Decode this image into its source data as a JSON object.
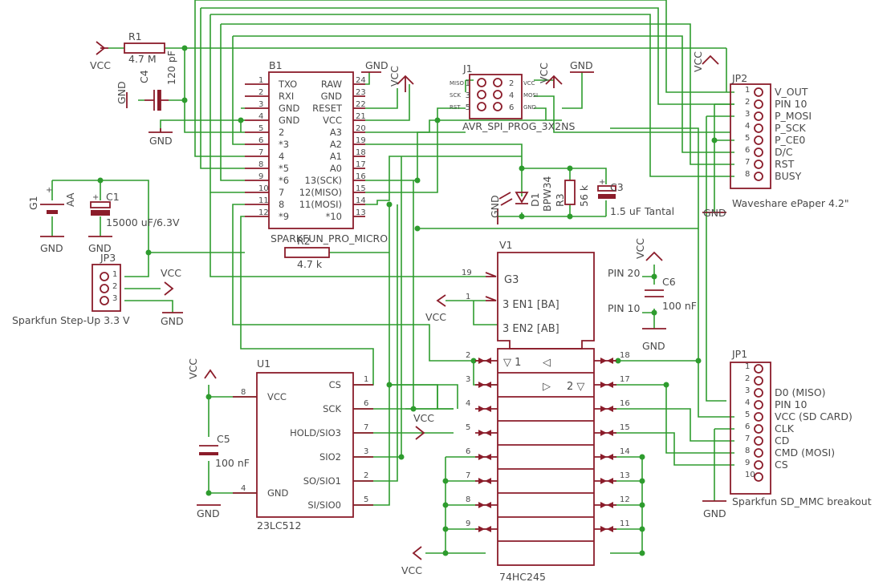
{
  "power": {
    "vcc": "VCC",
    "gnd": "GND"
  },
  "r1": {
    "name": "R1",
    "value": "4.7 M"
  },
  "c4": {
    "name": "C4",
    "value": "120 pF"
  },
  "b1": {
    "name": "B1",
    "value": "SPARKFUN_PRO_MICRO",
    "left_pins": [
      "1",
      "2",
      "3",
      "4",
      "5",
      "6",
      "7",
      "8",
      "9",
      "10",
      "11",
      "12"
    ],
    "left_names": [
      "TXO",
      "RXI",
      "GND",
      "GND",
      "2",
      "*3",
      "4",
      "*5",
      "*6",
      "7",
      "8",
      "*9"
    ],
    "right_pins": [
      "24",
      "23",
      "22",
      "21",
      "20",
      "19",
      "18",
      "17",
      "16",
      "15",
      "14",
      "13"
    ],
    "right_names": [
      "RAW",
      "GND",
      "RESET",
      "VCC",
      "A3",
      "A2",
      "A1",
      "A0",
      "13(SCK)",
      "12(MISO)",
      "11(MOSI)",
      "*10"
    ]
  },
  "j1": {
    "name": "J1",
    "value": "AVR_SPI_PROG_3X2NS",
    "left_pins": [
      "1",
      "3",
      "5"
    ],
    "right_pins": [
      "2",
      "4",
      "6"
    ],
    "left_labels": [
      "MISO",
      "SCK",
      "RST"
    ],
    "right_labels": [
      "VCC",
      "MOSI",
      "GND"
    ]
  },
  "jp2": {
    "name": "JP2",
    "value": "Waveshare ePaper 4.2\"",
    "pins": [
      "1",
      "2",
      "3",
      "4",
      "5",
      "6",
      "7",
      "8"
    ],
    "labels": [
      "V_OUT",
      "PIN 10",
      "P_MOSI",
      "P_SCK",
      "P_CE0",
      "D/C",
      "RST",
      "BUSY"
    ]
  },
  "g1": {
    "name": "G1",
    "value": "AA"
  },
  "c1": {
    "name": "C1",
    "value": "15000 uF/6.3V"
  },
  "d1": {
    "name": "D1",
    "value": "BPW34"
  },
  "r3": {
    "name": "R3",
    "value": "56 k"
  },
  "c3": {
    "name": "C3",
    "value": "1.5 uF Tantal"
  },
  "jp3": {
    "name": "JP3",
    "value": "Sparkfun Step-Up 3.3 V",
    "pins": [
      "1",
      "2",
      "3"
    ]
  },
  "r2": {
    "name": "R2",
    "value": "4.7 k"
  },
  "v1": {
    "name": "V1",
    "value": "74HC245",
    "g3": "G3",
    "en1": "3 EN1 [BA]",
    "en2": "3 EN2 [AB]",
    "dir1": "▽ 1",
    "dir1b": "◁",
    "dir2": "▷",
    "dir2b": "2 ▽",
    "pin_g3": "19",
    "pin_en": "1",
    "left_pins": [
      "2",
      "3",
      "4",
      "5",
      "6",
      "7",
      "8",
      "9"
    ],
    "right_pins": [
      "18",
      "17",
      "16",
      "15",
      "14",
      "13",
      "12",
      "11"
    ]
  },
  "c6": {
    "name": "C6",
    "value": "100 nF",
    "pin20": "PIN 20",
    "pin10": "PIN 10"
  },
  "u1": {
    "name": "U1",
    "value": "23LC512",
    "left_names": [
      "VCC",
      "GND"
    ],
    "left_pins": [
      "8",
      "4"
    ],
    "right_names": [
      "CS",
      "SCK",
      "HOLD/SIO3",
      "SIO2",
      "SO/SIO1",
      "SI/SIO0"
    ],
    "right_pins": [
      "1",
      "6",
      "7",
      "3",
      "2",
      "5"
    ]
  },
  "c5": {
    "name": "C5",
    "value": "100 nF"
  },
  "jp1": {
    "name": "JP1",
    "value": "Sparkfun SD_MMC breakout",
    "pins": [
      "1",
      "2",
      "3",
      "4",
      "5",
      "6",
      "7",
      "8",
      "9",
      "10"
    ],
    "labels": [
      "",
      "",
      "D0 (MISO)",
      "PIN 10",
      "VCC (SD CARD)",
      "CLK",
      "CD",
      "CMD (MOSI)",
      "CS",
      ""
    ]
  },
  "colors": {
    "wire": "#2e9c2e",
    "symbol": "#8b1c2a",
    "text": "#4a4a4a"
  }
}
